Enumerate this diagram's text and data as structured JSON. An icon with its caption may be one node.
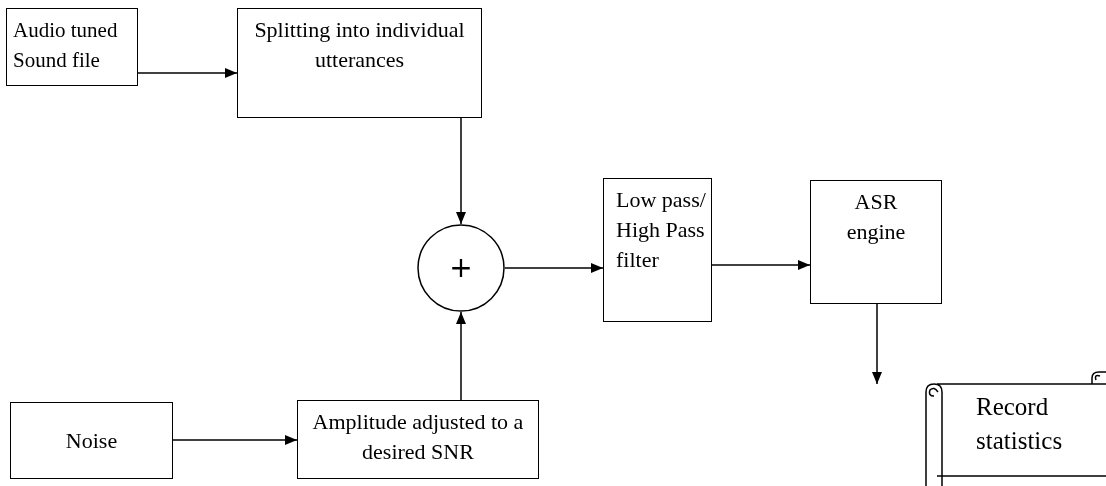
{
  "diagram": {
    "nodes": [
      {
        "text": [
          "Audio tuned Sound file"
        ]
      },
      {
        "text": [
          "Splitting into individual utterances"
        ]
      },
      {
        "text": [
          "+"
        ]
      },
      {
        "text": [
          "Low pass/ High Pass filter"
        ]
      },
      {
        "text": [
          "ASR engine"
        ]
      },
      {
        "text": [
          "Noise"
        ]
      },
      {
        "text": [
          "Amplitude adjusted to a desired SNR"
        ]
      },
      {
        "text": [
          "Record statistics"
        ]
      }
    ],
    "edges": [
      {
        "from": 0,
        "to": 1,
        "arrow": "to"
      },
      {
        "from": 1,
        "to": 2,
        "arrow": "to"
      },
      {
        "from": 6,
        "to": 2,
        "arrow": "to"
      },
      {
        "from": 2,
        "to": 3,
        "arrow": "to"
      },
      {
        "from": 3,
        "to": 4,
        "arrow": "to"
      },
      {
        "from": 4,
        "to": 7,
        "arrow": "to"
      },
      {
        "from": 5,
        "to": 6,
        "arrow": "to"
      }
    ]
  }
}
